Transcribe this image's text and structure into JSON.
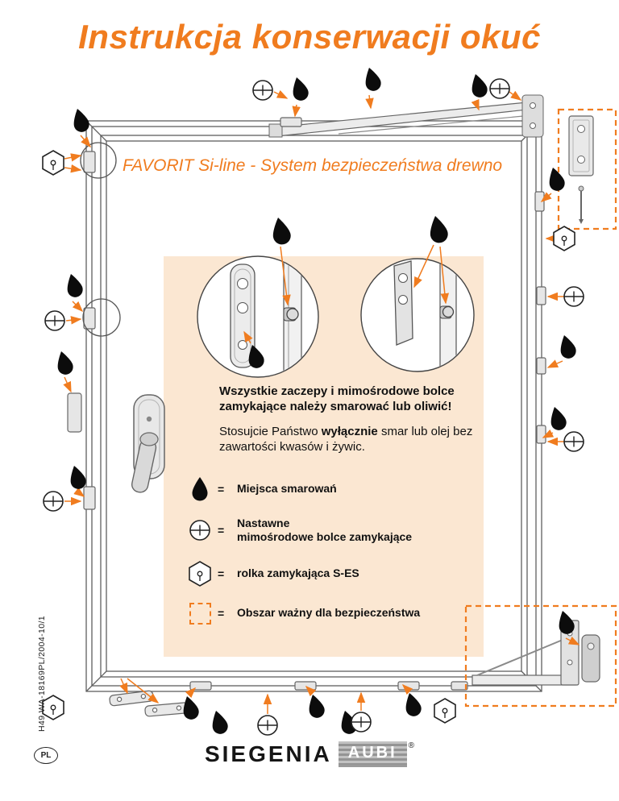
{
  "title": "Instrukcja konserwacji okuć",
  "subtitle": "FAVORIT Si-line - System bezpieczeństwa drewno",
  "info_box": {
    "note": "Wszystkie zaczepy i mimośrodowe bolce zamykające należy smarować lub oliwić!",
    "usage_prefix": "Stosujcie Państwo ",
    "usage_bold": "wyłącznie",
    "usage_suffix": " smar lub olej bez zawartości kwasów i żywic.",
    "legend": [
      {
        "icon": "droplet-icon",
        "eq": "=",
        "label": "Miejsca smarowań"
      },
      {
        "icon": "eccentric-bolt-icon",
        "eq": "=",
        "label": "Nastawne",
        "label2": "mimośrodowe bolce zamykające"
      },
      {
        "icon": "locking-roller-icon",
        "eq": "=",
        "label": "rolka zamykająca S-ES"
      },
      {
        "icon": "safety-area-icon",
        "eq": "=",
        "label": "Obszar ważny dla bezpieczeństwa"
      }
    ]
  },
  "footer": {
    "doc_code": "H49.WA-18169PL/2004-10/1",
    "language_badge": "PL",
    "brand_primary": "SIEGENIA",
    "brand_secondary": "AUBI",
    "registered_mark": "®"
  },
  "icons": {
    "droplet-icon": "black teardrop = lubrication point",
    "eccentric-bolt-icon": "circle with cross slot = adjustable eccentric locking bolt",
    "locking-roller-icon": "hexagon with center pin = S-ES locking roller",
    "safety-area-icon": "orange dashed square = safety-relevant area"
  },
  "colors": {
    "accent_orange": "#F07C1F",
    "panel_background": "#FBE7D2",
    "droplet_black": "#0C0C0C",
    "line_gray": "#5F5F5F"
  }
}
